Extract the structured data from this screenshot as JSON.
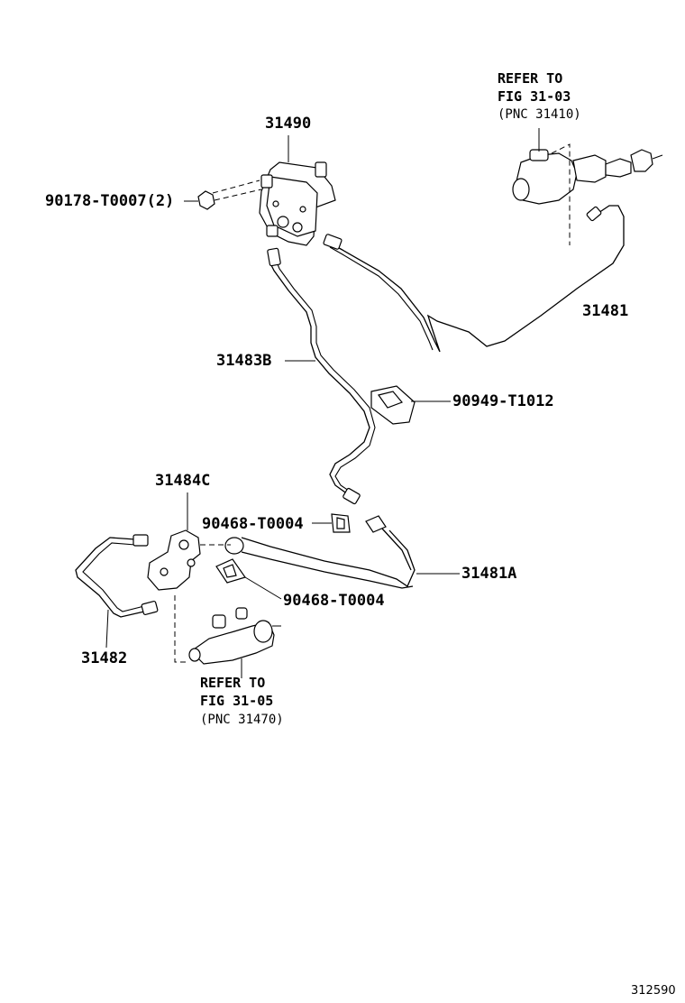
{
  "labels": {
    "p31490": "31490",
    "p90178": "90178-T0007(2)",
    "p31481": "31481",
    "p31483b": "31483B",
    "p90949": "90949-T1012",
    "p31484c": "31484C",
    "p90468a": "90468-T0004",
    "p31481a": "31481A",
    "p90468b": "90468-T0004",
    "p31482": "31482"
  },
  "refer_top": {
    "line1": "REFER TO",
    "line2": "FIG 31-03",
    "line3": "(PNC 31410)"
  },
  "refer_bottom": {
    "line1": "REFER TO",
    "line2": "FIG 31-05",
    "line3": "(PNC 31470)"
  },
  "figure_number": "312590"
}
